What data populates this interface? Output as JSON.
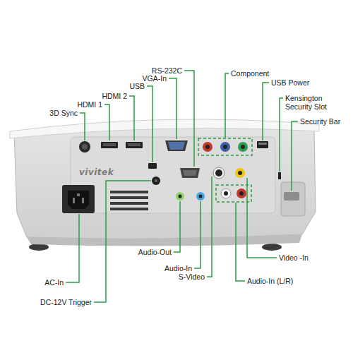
{
  "diagram": {
    "labels": [
      "RS-232C",
      "VGA-In",
      "USB",
      "HDMI 2",
      "HDMI 1",
      "3D Sync",
      "Component",
      "USB Power",
      "Kensington Security Slot",
      "Security Bar",
      "AC-In",
      "DC-12V Trigger",
      "Audio-Out",
      "Audio-In",
      "S-Video",
      "Video -In",
      "Audio-In (L/R)",
      "vivitek"
    ]
  }
}
